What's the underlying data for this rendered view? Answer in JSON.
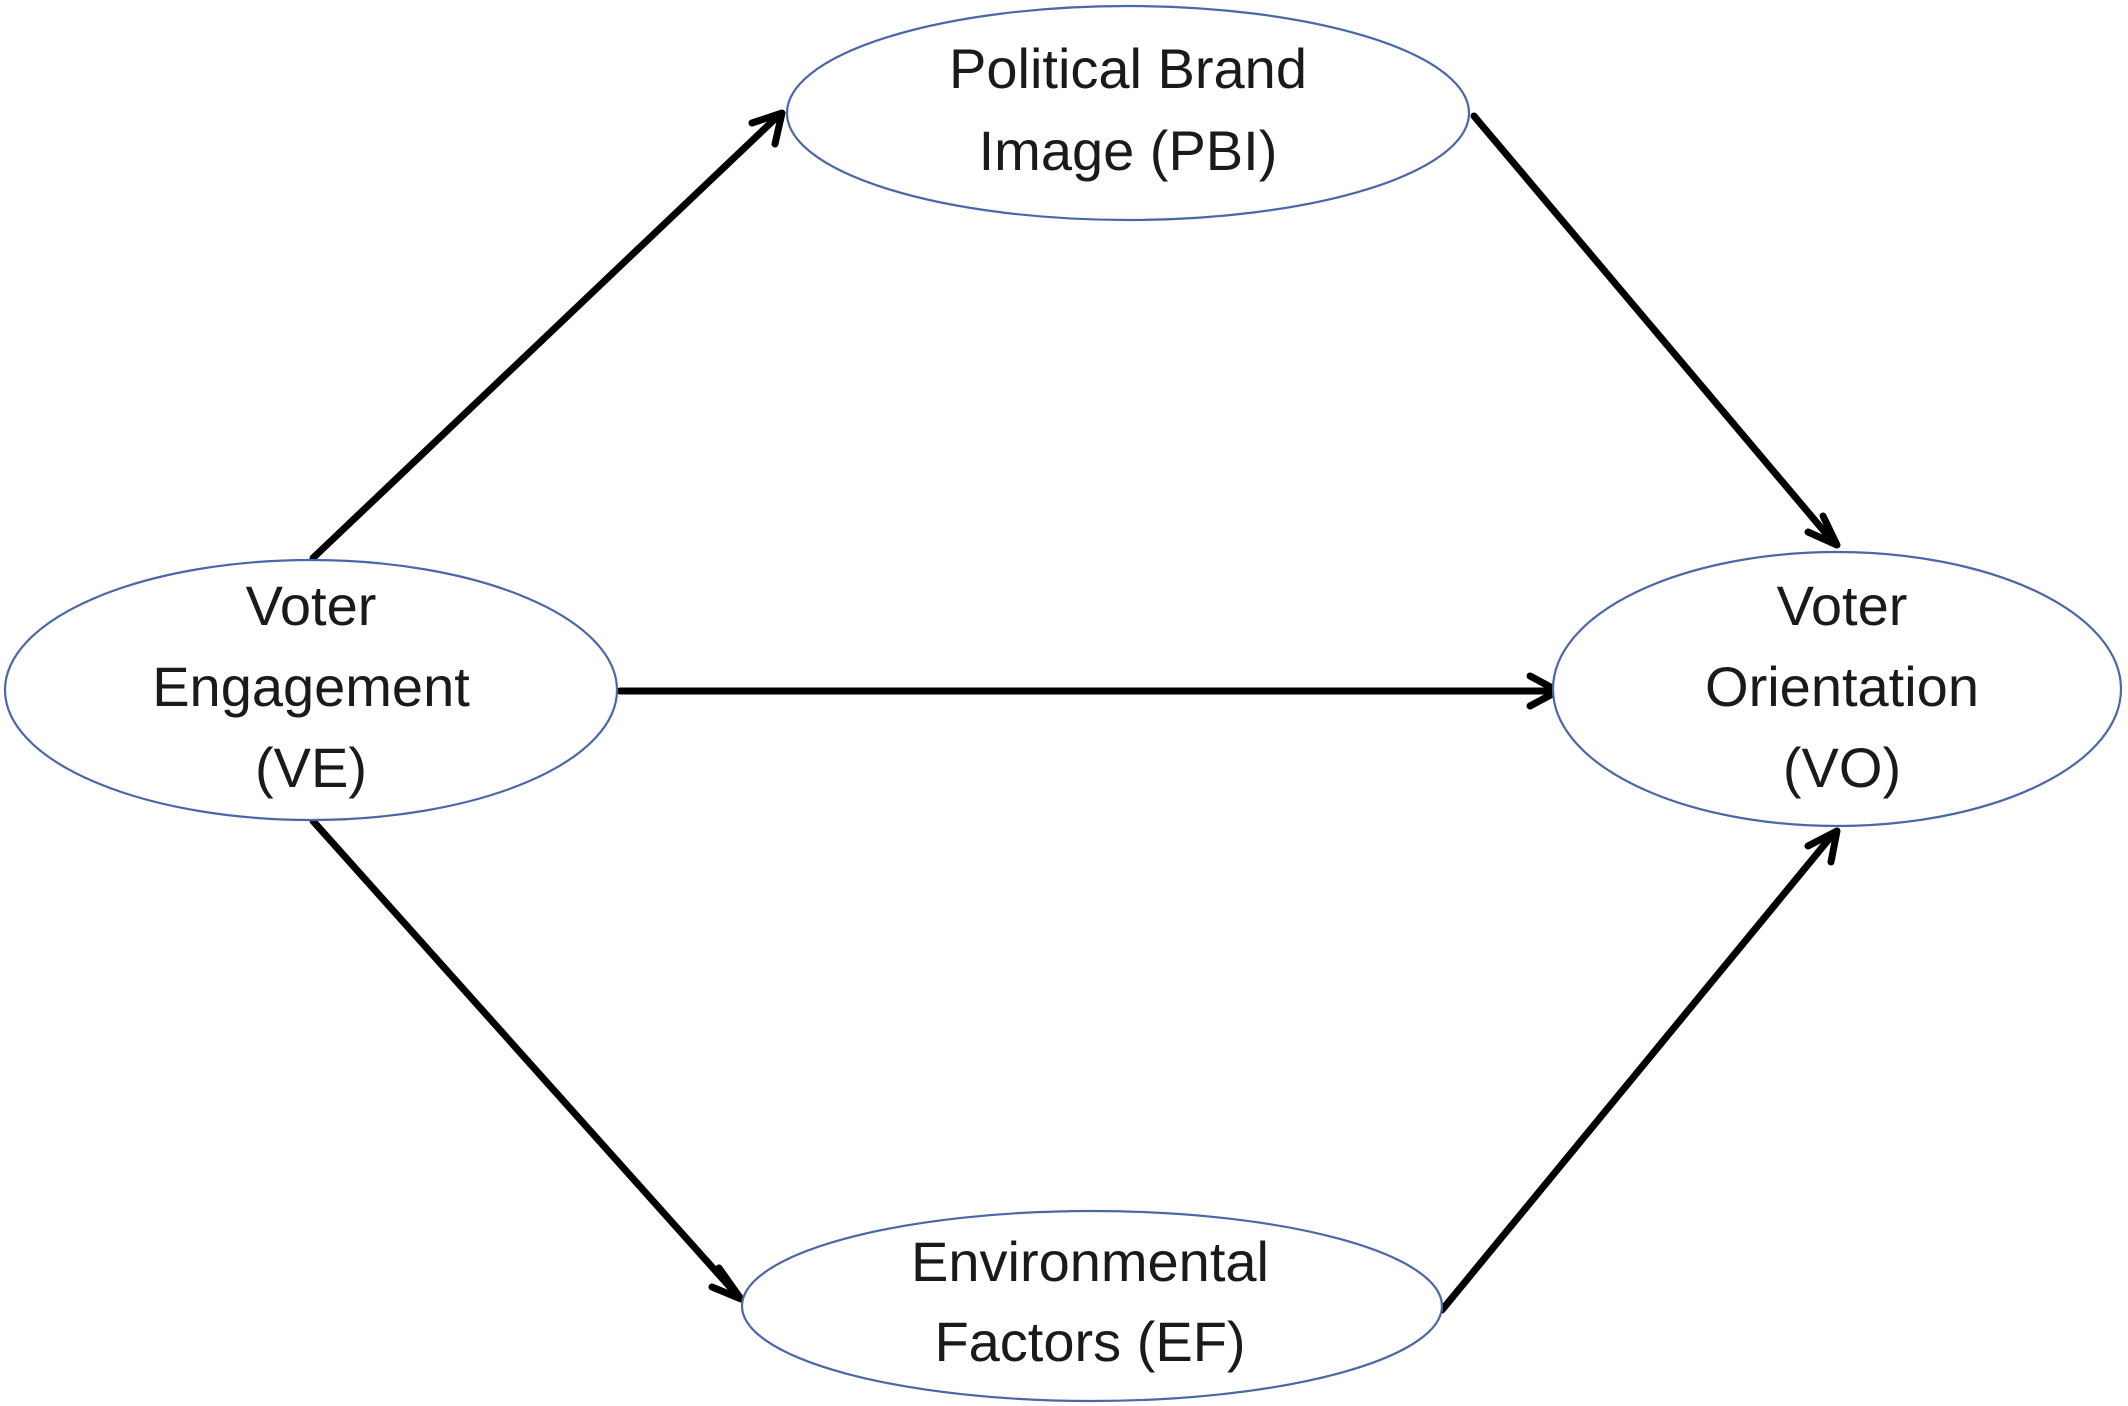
{
  "diagram": {
    "nodes": [
      {
        "id": "ve",
        "lines": [
          "Voter",
          "Engagement",
          "(VE)"
        ]
      },
      {
        "id": "pbi",
        "lines": [
          "Political Brand",
          "Image (PBI)"
        ]
      },
      {
        "id": "ef",
        "lines": [
          "Environmental",
          "Factors (EF)"
        ]
      },
      {
        "id": "vo",
        "lines": [
          "Voter",
          "Orientation",
          "(VO)"
        ]
      }
    ],
    "edges": [
      {
        "from": "ve",
        "to": "pbi"
      },
      {
        "from": "pbi",
        "to": "vo"
      },
      {
        "from": "ve",
        "to": "vo"
      },
      {
        "from": "ve",
        "to": "ef"
      },
      {
        "from": "ef",
        "to": "vo"
      }
    ]
  }
}
